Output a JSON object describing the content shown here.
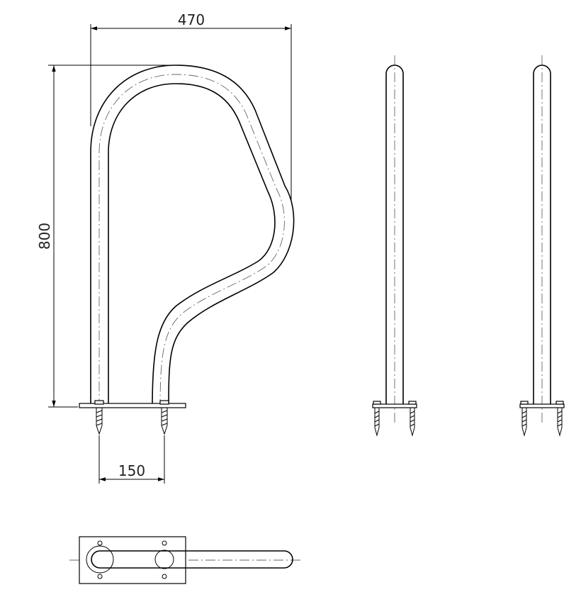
{
  "dimensions": {
    "top_width": "470",
    "height": "800",
    "anchor_spacing": "150"
  }
}
